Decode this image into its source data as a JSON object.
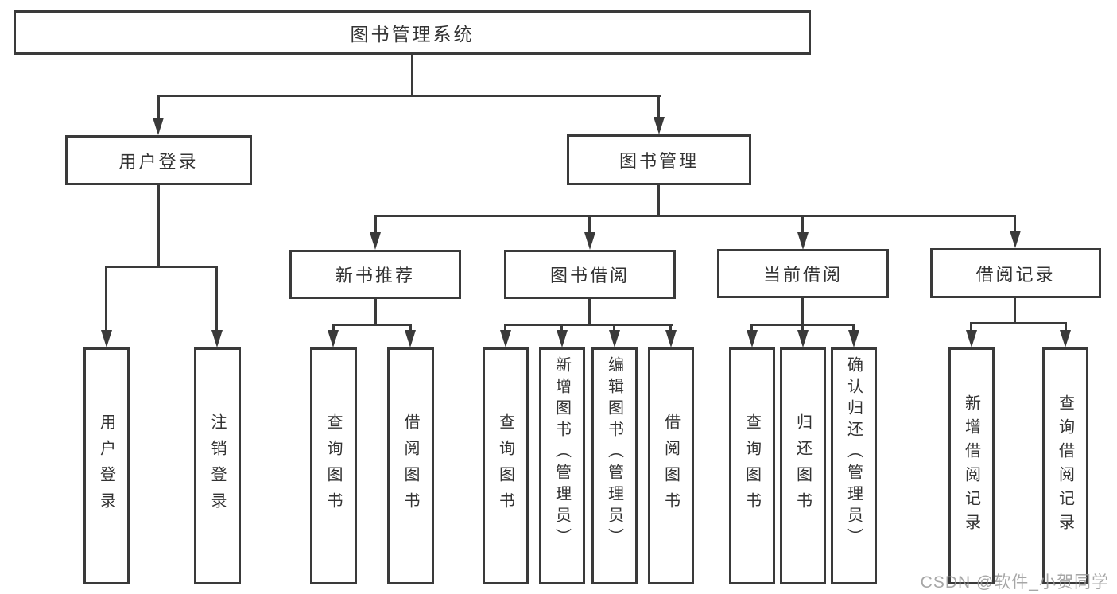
{
  "tree": {
    "label": "图书管理系统",
    "children": [
      {
        "label": "用户登录",
        "children": [
          {
            "label": "用户登录"
          },
          {
            "label": "注销登录"
          }
        ]
      },
      {
        "label": "图书管理",
        "children": [
          {
            "label": "新书推荐",
            "children": [
              {
                "label": "查询图书"
              },
              {
                "label": "借阅图书"
              }
            ]
          },
          {
            "label": "图书借阅",
            "children": [
              {
                "label": "查询图书"
              },
              {
                "label": "新增图书（管理员）"
              },
              {
                "label": "编辑图书（管理员）"
              },
              {
                "label": "借阅图书"
              }
            ]
          },
          {
            "label": "当前借阅",
            "children": [
              {
                "label": "查询图书"
              },
              {
                "label": "归还图书"
              },
              {
                "label": "确认归还（管理员）"
              }
            ]
          },
          {
            "label": "借阅记录",
            "children": [
              {
                "label": "新增借阅记录"
              },
              {
                "label": "查询借阅记录"
              }
            ]
          }
        ]
      }
    ]
  },
  "watermark": {
    "text": "CSDN @软件_小贺同学"
  },
  "colors": {
    "line": "#3a3a3a",
    "text": "#333333",
    "background": "#ffffff",
    "watermark": "#969696"
  }
}
